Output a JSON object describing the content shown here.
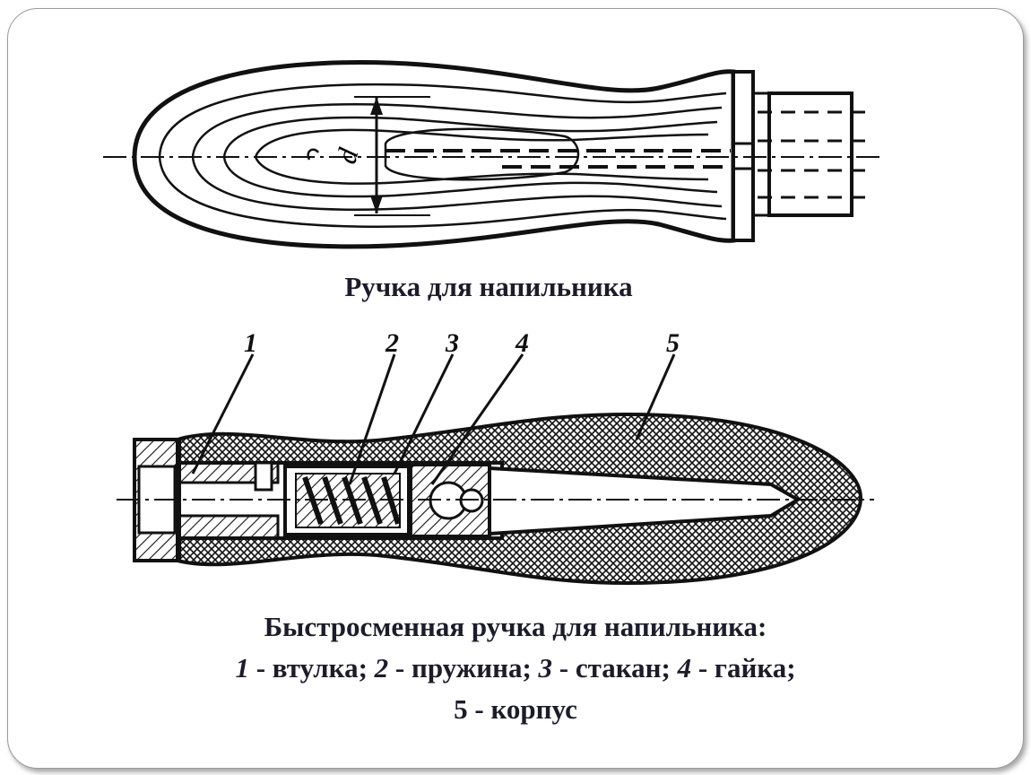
{
  "caption_top": "Ручка для напильника",
  "caption_bottom": {
    "line1": "Быстросменная ручка для напильника:",
    "items": [
      {
        "num": "1",
        "text": " - втулка; "
      },
      {
        "num": "2",
        "text": " - пружина; "
      },
      {
        "num": "3",
        "text": " - стакан; "
      },
      {
        "num": "4",
        "text": " - гайка;"
      }
    ],
    "line3": "5 - корпус"
  },
  "dimension_label": "d",
  "callouts": [
    "1",
    "2",
    "3",
    "4",
    "5"
  ]
}
